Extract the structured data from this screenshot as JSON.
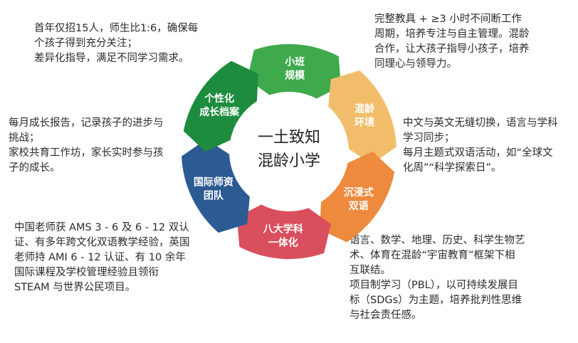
{
  "center": {
    "title_line1": "一土致知",
    "title_line2": "混龄小学"
  },
  "segments": [
    {
      "id": "small-class",
      "line1": "小班",
      "line2": "规模",
      "color": "#3eaa4c"
    },
    {
      "id": "mixed-age",
      "line1": "混龄",
      "line2": "环境",
      "color": "#f2bd6b"
    },
    {
      "id": "immersive",
      "line1": "沉浸式",
      "line2": "双语",
      "color": "#ee8a3d"
    },
    {
      "id": "eight-subjects",
      "line1": "八大学科",
      "line2": "一体化",
      "color": "#d94f5d"
    },
    {
      "id": "intl-teachers",
      "line1": "国际师资",
      "line2": "团队",
      "color": "#2c5b93"
    },
    {
      "id": "growth-file",
      "line1": "个性化",
      "line2": "成长档案",
      "color": "#1e8c3f"
    }
  ],
  "descriptions": {
    "small_class": "首年仅招15人，师生比1:6，确保每\n个孩子得到充分关注；\n差异化指导，满足不同学习需求。",
    "mixed_age": "完整教具 + ≥3 小时不间断工作\n周期，培养专注与自主管理。混龄\n合作，让大孩子指导小孩子，培养\n同理心与领导力。",
    "immersive": "中文与英文无缝切换，语言与学科\n学习同步；\n每月主题式双语活动，如“全球文\n化周”“科学探索日”。",
    "eight_subjects": "语言、数学、地理、历史、科学生物艺\n术、体育在混龄“宇宙教育”框架下相\n互联结。\n项目制学习（PBL），以可持续发展目\n标（SDGs）为主题，培养批判性思维\n与社会责任感。",
    "intl_teachers": "中国老师获 AMS 3 - 6 及 6 - 12 双认\n证、有多年跨文化双语教学经验，英国\n老师持 AMI 6 - 12 认证、有 10 余年\n国际课程及学校管理经验且领衔\nSTEAM 与世界公民项目。",
    "growth_file": "每月成长报告，记录孩子的进步与\n挑战；\n家校共育工作坊，家长实时参与孩\n子的成长。"
  }
}
